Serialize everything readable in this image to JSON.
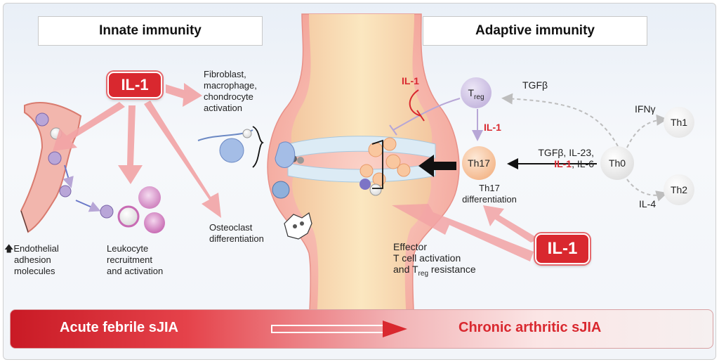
{
  "panels": {
    "innate_title": "Innate immunity",
    "adaptive_title": "Adaptive immunity"
  },
  "il1_badges": {
    "top": "IL-1",
    "bottom": "IL-1"
  },
  "innate_labels": {
    "fibroblast": [
      "Fibroblast,",
      "macrophage,",
      "chondrocyte",
      "activation"
    ],
    "osteoclast": [
      "Osteoclast",
      "differentiation"
    ],
    "endothelial_arrow": "🡅",
    "endothelial": [
      "Endothelial",
      "adhesion",
      "molecules"
    ],
    "leukocyte": [
      "Leukocyte",
      "recruitment",
      "and activation"
    ]
  },
  "adaptive_labels": {
    "il1_inhibit": "IL-1",
    "treg_T": "T",
    "treg_sub": "reg",
    "tgfb_top": "TGFβ",
    "ifng": "IFNγ",
    "th1": "Th1",
    "th0": "Th0",
    "th2": "Th2",
    "il4": "IL-4",
    "il1_mid": "IL-1",
    "th17": "Th17",
    "th17_diff": [
      "Th17",
      "differentiation"
    ],
    "cytokines_line1": "TGFβ, IL-23,",
    "cytokines_il1": "IL-1",
    "cytokines_rest": ", IL-6",
    "effector_line1": "Effector",
    "effector_line2": "T cell activation",
    "effector_line3_pre": "and T",
    "effector_line3_sub": "reg",
    "effector_line3_post": " resistance"
  },
  "banner": {
    "left": "Acute febrile sJIA",
    "right": "Chronic arthritic sJIA"
  },
  "colors": {
    "il1_red": "#d9282f",
    "arrow_pink": "#f2a3a5",
    "treg_purple": "#b7a6d6",
    "th17_orange": "#f5b98c"
  }
}
